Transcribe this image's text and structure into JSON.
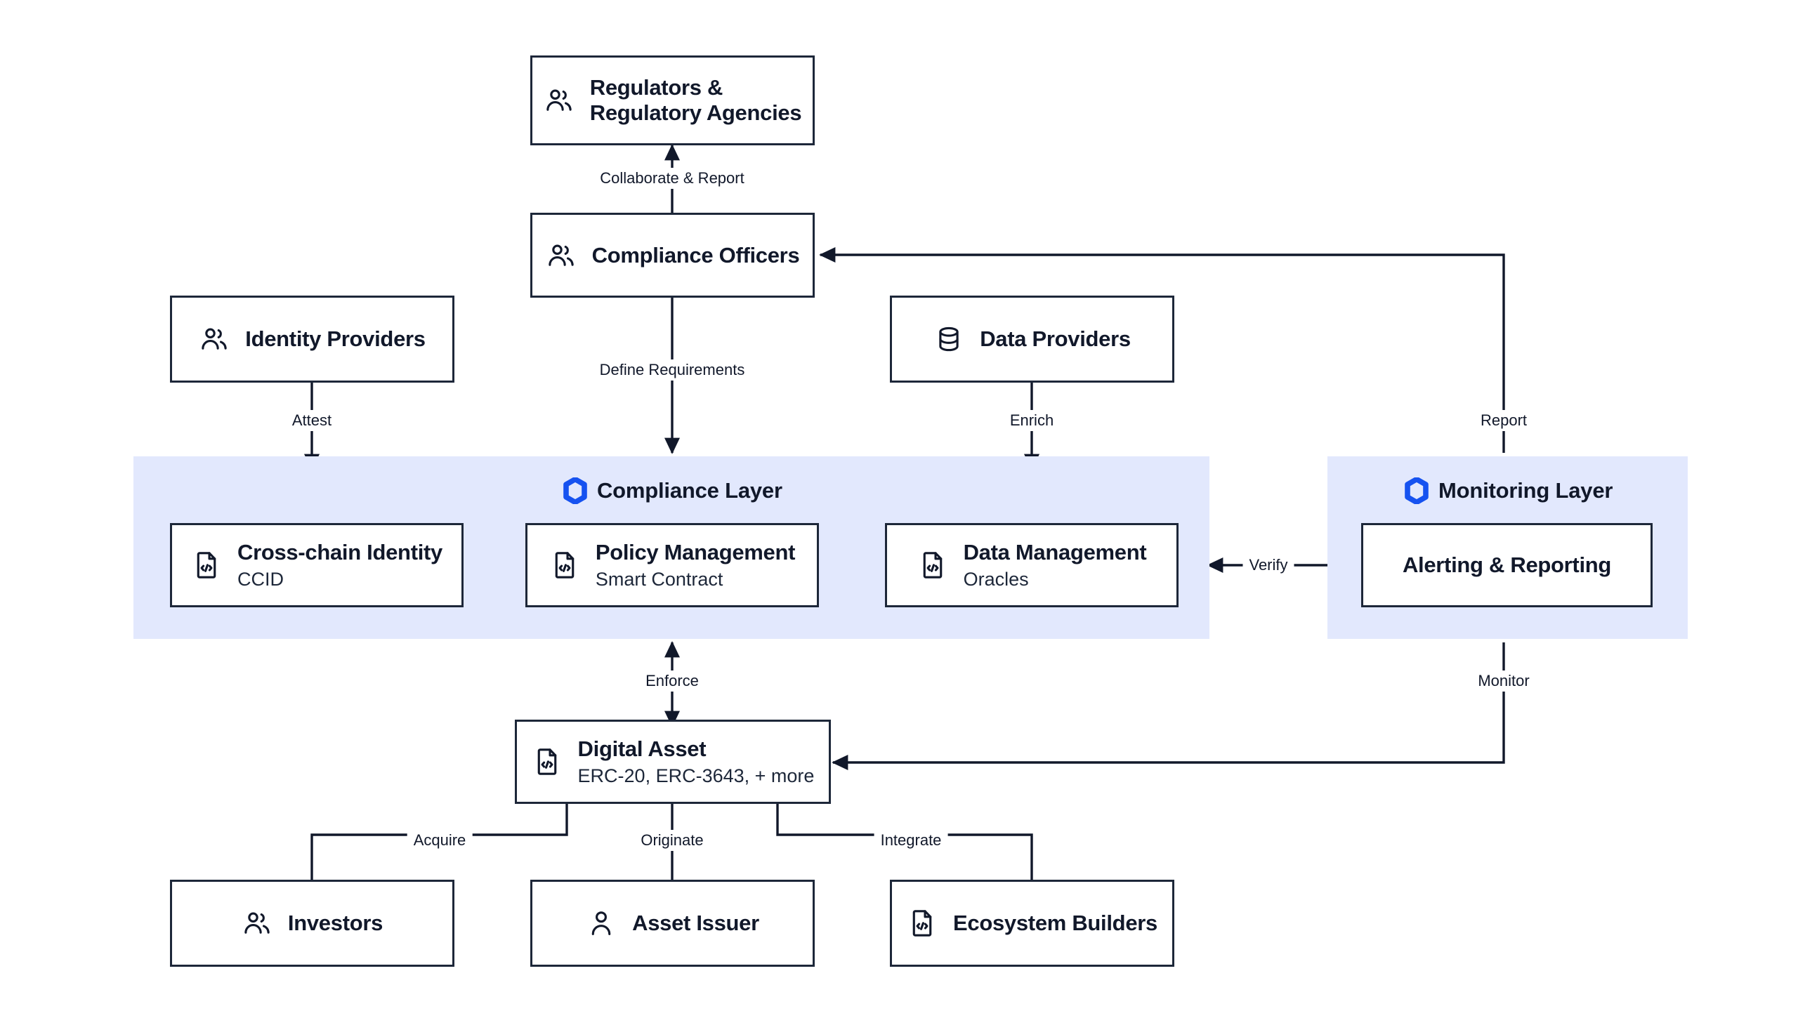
{
  "diagram": {
    "title": "Compliance and Monitoring Architecture",
    "accent_color": "#1652f0",
    "layer_fill": "#e2e8fd",
    "stroke_color": "#1d2739",
    "background": "#ffffff"
  },
  "layers": [
    {
      "id": "compliance-layer",
      "label": "Compliance Layer",
      "icon": "hexagon-icon"
    },
    {
      "id": "monitoring-layer",
      "label": "Monitoring Layer",
      "icon": "hexagon-icon"
    }
  ],
  "nodes": {
    "regulators": {
      "title": "Regulators &",
      "title2": "Regulatory Agencies",
      "subtitle": "",
      "icon": "users-icon"
    },
    "compliance_officers": {
      "title": "Compliance Officers",
      "subtitle": "",
      "icon": "users-icon"
    },
    "identity_providers": {
      "title": "Identity Providers",
      "subtitle": "",
      "icon": "users-icon"
    },
    "data_providers": {
      "title": "Data Providers",
      "subtitle": "",
      "icon": "database-icon"
    },
    "cross_chain_identity": {
      "title": "Cross-chain Identity",
      "subtitle": "CCID",
      "icon": "code-document-icon"
    },
    "policy_management": {
      "title": "Policy Management",
      "subtitle": "Smart Contract",
      "icon": "code-document-icon"
    },
    "data_management": {
      "title": "Data Management",
      "subtitle": "Oracles",
      "icon": "code-document-icon"
    },
    "alerting_reporting": {
      "title": "Alerting & Reporting",
      "subtitle": "",
      "icon": "none"
    },
    "digital_asset": {
      "title": "Digital Asset",
      "subtitle": "ERC-20, ERC-3643, + more",
      "icon": "code-document-icon"
    },
    "investors": {
      "title": "Investors",
      "subtitle": "",
      "icon": "users-icon"
    },
    "asset_issuer": {
      "title": "Asset Issuer",
      "subtitle": "",
      "icon": "user-icon"
    },
    "ecosystem_builders": {
      "title": "Ecosystem Builders",
      "subtitle": "",
      "icon": "code-document-icon"
    }
  },
  "edges": [
    {
      "id": "collaborate-report",
      "label": "Collaborate & Report",
      "from": "compliance_officers",
      "to": "regulators",
      "direction": "one-way"
    },
    {
      "id": "define-requirements",
      "label": "Define Requirements",
      "from": "compliance_officers",
      "to": "compliance_layer",
      "direction": "one-way"
    },
    {
      "id": "attest",
      "label": "Attest",
      "from": "identity_providers",
      "to": "compliance_layer",
      "direction": "one-way"
    },
    {
      "id": "enrich",
      "label": "Enrich",
      "from": "data_providers",
      "to": "compliance_layer",
      "direction": "one-way"
    },
    {
      "id": "report",
      "label": "Report",
      "from": "monitoring_layer",
      "to": "compliance_officers",
      "direction": "one-way"
    },
    {
      "id": "verify",
      "label": "Verify",
      "from": "alerting_reporting",
      "to": "data_management",
      "direction": "one-way"
    },
    {
      "id": "enforce",
      "label": "Enforce",
      "from": "digital_asset",
      "to": "policy_management",
      "direction": "two-way"
    },
    {
      "id": "monitor",
      "label": "Monitor",
      "from": "monitoring_layer",
      "to": "digital_asset",
      "direction": "one-way"
    },
    {
      "id": "acquire",
      "label": "Acquire",
      "from": "investors",
      "to": "digital_asset",
      "direction": "one-way"
    },
    {
      "id": "originate",
      "label": "Originate",
      "from": "asset_issuer",
      "to": "digital_asset",
      "direction": "one-way"
    },
    {
      "id": "integrate",
      "label": "Integrate",
      "from": "ecosystem_builders",
      "to": "digital_asset",
      "direction": "one-way"
    },
    {
      "id": "ccid-policy",
      "label": "",
      "from": "cross_chain_identity",
      "to": "policy_management",
      "direction": "two-way"
    },
    {
      "id": "policy-data",
      "label": "",
      "from": "policy_management",
      "to": "data_management",
      "direction": "two-way"
    }
  ]
}
